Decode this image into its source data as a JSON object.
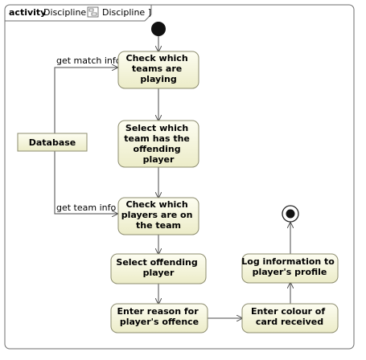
{
  "frame": {
    "keyword": "activity",
    "name": "Discipline [",
    "icon": "activity-diagram-icon",
    "name_repeat": "Discipline ]"
  },
  "nodes": {
    "check_teams": [
      "Check which",
      "teams are",
      "playing"
    ],
    "select_team": [
      "Select which",
      "team has the",
      "offending",
      "player"
    ],
    "check_players": [
      "Check which",
      "players are on",
      "the team"
    ],
    "select_player": [
      "Select offending",
      "player"
    ],
    "enter_reason": [
      "Enter reason for",
      "player's offence"
    ],
    "enter_colour": [
      "Enter colour of",
      "card received"
    ],
    "log_info": [
      "Log information to",
      "player's profile"
    ],
    "database": "Database"
  },
  "edges": {
    "get_match_info": "get match info",
    "get_team_info": "get team info"
  },
  "colors": {
    "action_fill_top": "#fdfdf1",
    "action_fill_bottom": "#ececc8",
    "action_stroke": "#8c8c6e",
    "frame_stroke": "#6e6e6e",
    "line": "#4a4a4a"
  }
}
